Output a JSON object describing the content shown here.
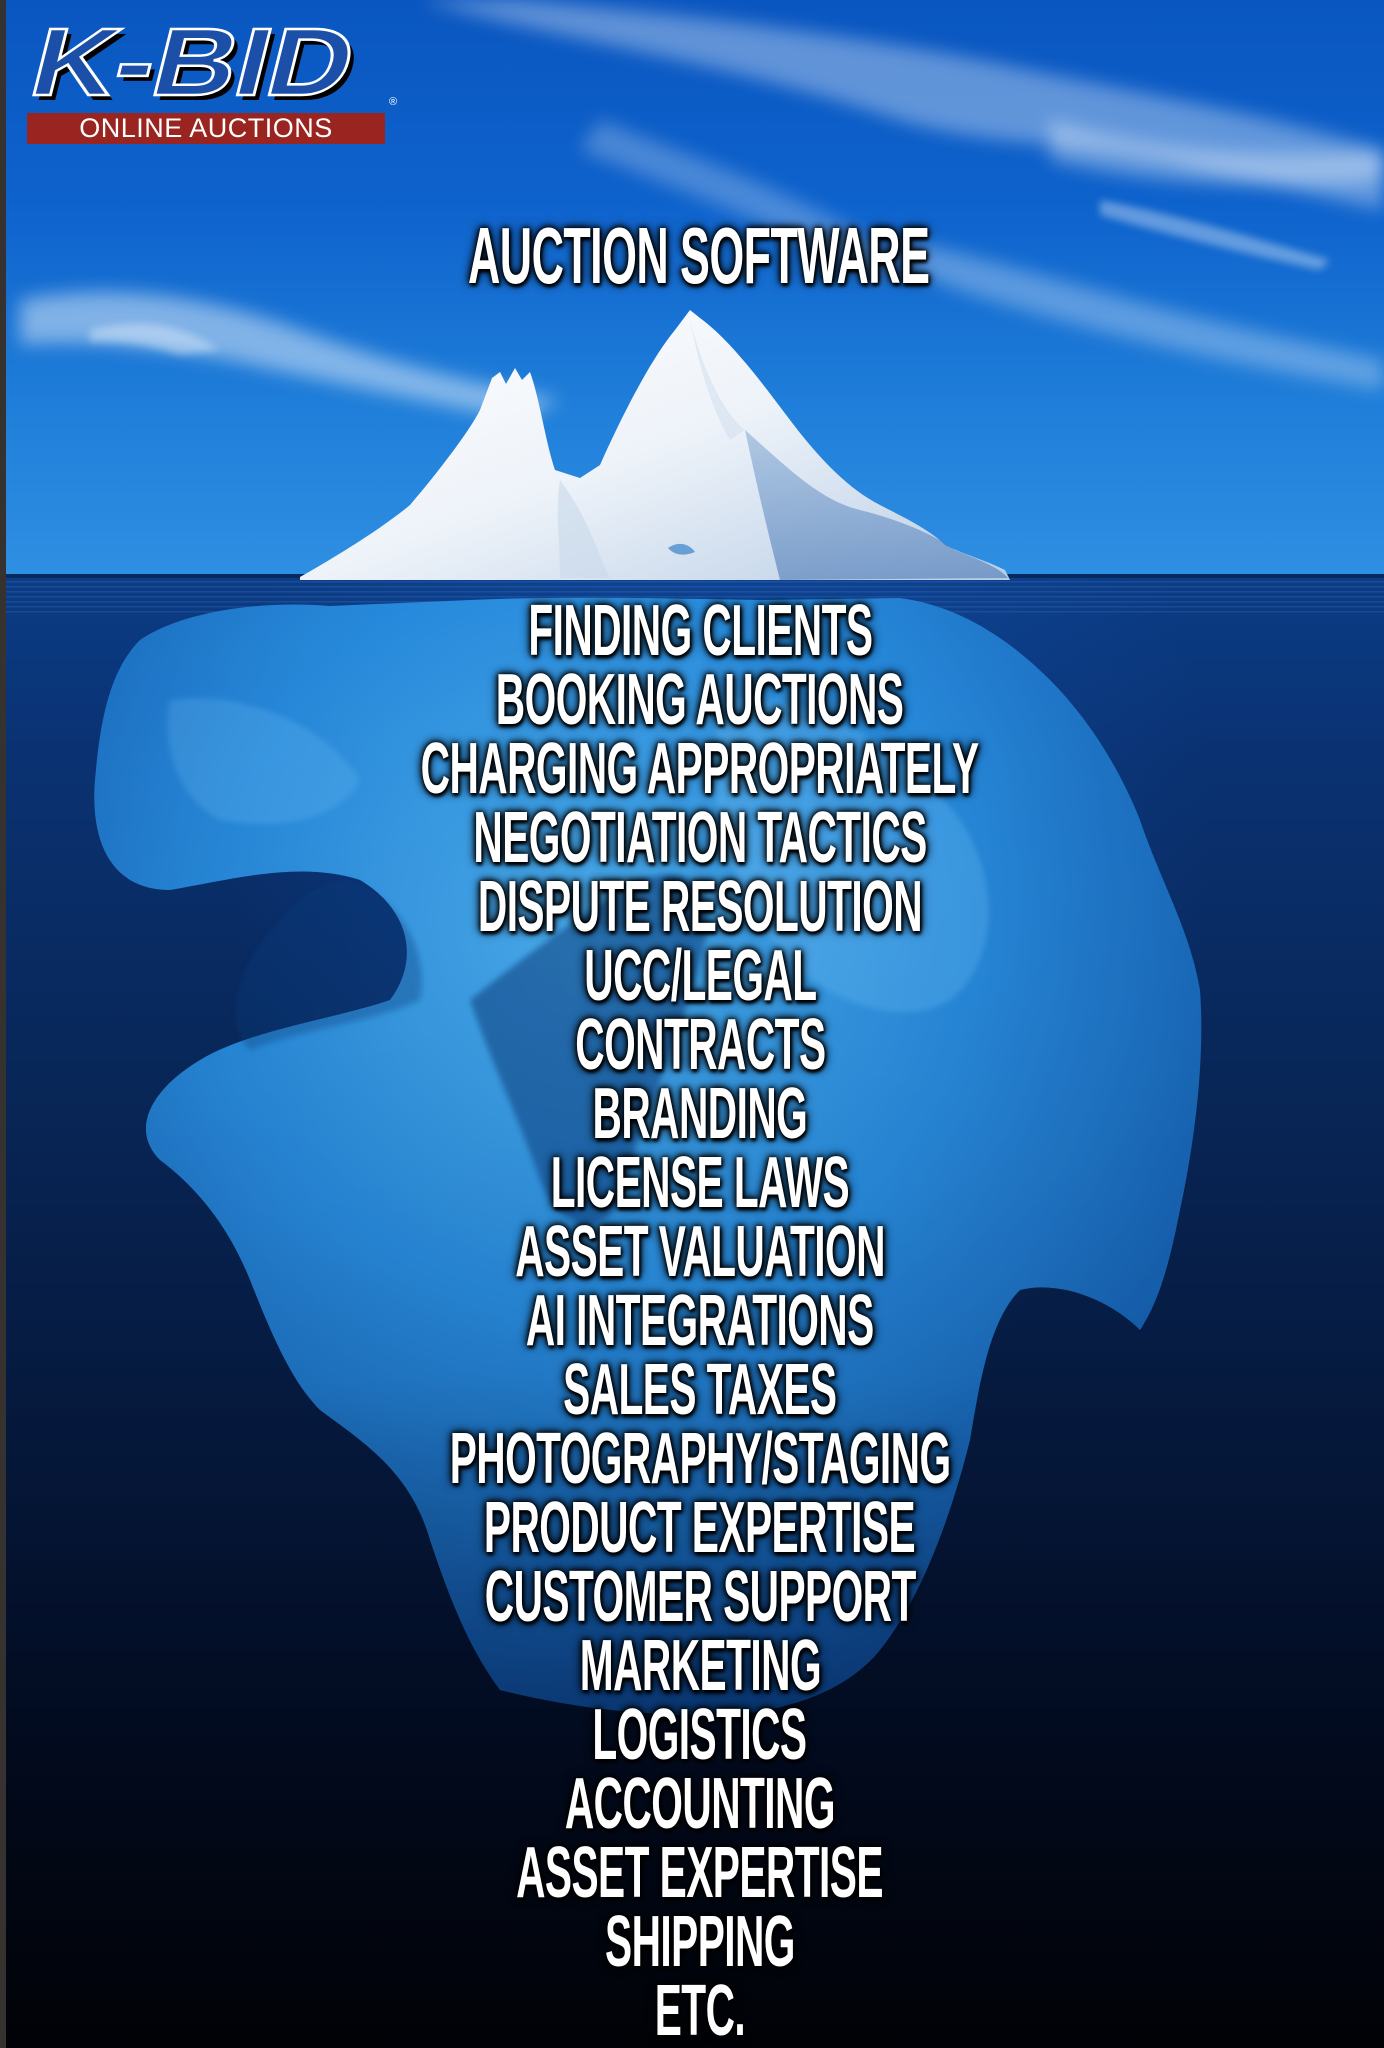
{
  "logo": {
    "brand": "K-BID",
    "tagline": "ONLINE AUCTIONS",
    "registered_mark": "®",
    "colors": {
      "primary_blue": "#1b4fa8",
      "tagline_red": "#9a2520",
      "text": "#ffffff"
    }
  },
  "iceberg": {
    "above_water_label": "AUCTION SOFTWARE",
    "below_water_items": [
      "FINDING CLIENTS",
      "BOOKING AUCTIONS",
      "CHARGING APPROPRIATELY",
      "NEGOTIATION TACTICS",
      "DISPUTE RESOLUTION",
      "UCC/LEGAL",
      "CONTRACTS",
      "BRANDING",
      "LICENSE LAWS",
      "ASSET VALUATION",
      "AI INTEGRATIONS",
      "SALES TAXES",
      "PHOTOGRAPHY/STAGING",
      "PRODUCT EXPERTISE",
      "CUSTOMER SUPPORT",
      "MARKETING",
      "LOGISTICS",
      "ACCOUNTING",
      "ASSET EXPERTISE",
      "SHIPPING",
      "ETC."
    ]
  },
  "colors": {
    "sky_top": "#0a56c0",
    "sky_horizon": "#2f8fe2",
    "water_top": "#0b3c86",
    "water_bottom": "#010206",
    "ice_above": "#f2f6fb",
    "ice_below": "#2a8ee0"
  }
}
